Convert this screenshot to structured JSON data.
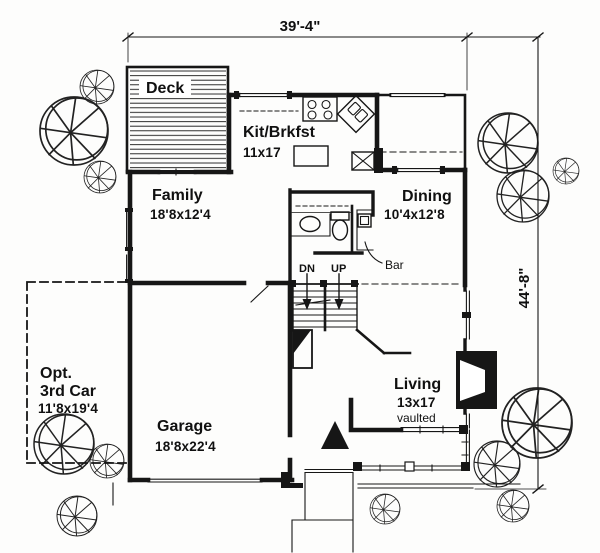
{
  "plan": {
    "dimensions": {
      "width": "39'-4\"",
      "height": "44'-8\""
    },
    "rooms": {
      "deck": {
        "name": "Deck"
      },
      "kitchen_breakfast": {
        "name": "Kit/Brkfst",
        "size": "11x17"
      },
      "family": {
        "name": "Family",
        "size": "18'8x12'4"
      },
      "dining": {
        "name": "Dining",
        "size": "10'4x12'8"
      },
      "optional_third_car": {
        "line1": "Opt.",
        "line2": "3rd Car",
        "size": "11'8x19'4"
      },
      "garage": {
        "name": "Garage",
        "size": "18'8x22'4"
      },
      "living": {
        "name": "Living",
        "size": "13x17",
        "note": "vaulted"
      }
    },
    "stairs": {
      "down": "DN",
      "up": "UP"
    },
    "bar_label": "Bar",
    "colors": {
      "ink": "#161616",
      "paper": "#ffffff"
    }
  }
}
